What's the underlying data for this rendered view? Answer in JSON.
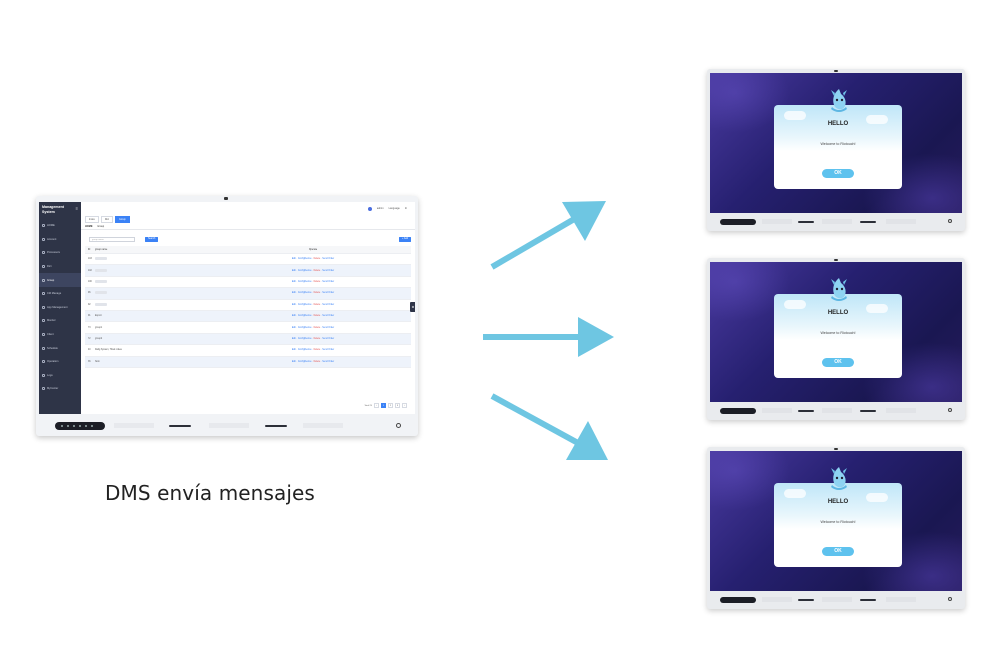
{
  "caption": "DMS envía mensajes",
  "dms": {
    "app_title_line1": "Management",
    "app_title_line2": "System",
    "nav": [
      {
        "label": "HOME",
        "icon": "home-icon"
      },
      {
        "label": "Account",
        "icon": "user-icon"
      },
      {
        "label": "Processors",
        "icon": "person-icon"
      },
      {
        "label": "Dict",
        "icon": "book-icon"
      },
      {
        "label": "Group",
        "icon": "group-icon"
      },
      {
        "label": "Cfd Manage",
        "icon": "file-icon"
      },
      {
        "label": "App Management",
        "icon": "app-icon"
      },
      {
        "label": "Monitor",
        "icon": "monitor-icon"
      },
      {
        "label": "Client",
        "icon": "client-icon"
      },
      {
        "label": "Schedule",
        "icon": "calendar-icon"
      },
      {
        "label": "Operation",
        "icon": "operation-icon"
      },
      {
        "label": "Logs",
        "icon": "log-icon"
      },
      {
        "label": "MyCenter",
        "icon": "center-icon"
      }
    ],
    "active_nav": 4,
    "topbar": {
      "user": "admin",
      "lang": "Language"
    },
    "tabs": [
      "Index",
      "Dict",
      "Group"
    ],
    "active_tab": 2,
    "breadcrumb": {
      "home": "HOME",
      "current": "Group"
    },
    "search_placeholder": "group name",
    "search_button": "Search",
    "add_button": "+ Add",
    "table_headers": {
      "id": "ID",
      "name": "group name",
      "op": "Operate"
    },
    "rows": [
      {
        "id": "103",
        "name": ""
      },
      {
        "id": "102",
        "name": ""
      },
      {
        "id": "100",
        "name": ""
      },
      {
        "id": "96",
        "name": ""
      },
      {
        "id": "92",
        "name": ""
      },
      {
        "id": "91",
        "name": "Export"
      },
      {
        "id": "73",
        "name": "group1"
      },
      {
        "id": "72",
        "name": "group2"
      },
      {
        "id": "40",
        "name": "Dalig System, Tiltek rodea"
      },
      {
        "id": "36",
        "name": "Nom"
      }
    ],
    "row_actions": {
      "edit": "Edit",
      "config": "ConfigDevice",
      "delete": "Delete",
      "send": "Send Order"
    },
    "pager": {
      "total": "Total 25",
      "pages": [
        "1",
        "2",
        "3"
      ],
      "active": 0
    }
  },
  "dialog": {
    "title": "HELLO",
    "message": "Welcome to Riotouch!",
    "ok_label": "OK"
  },
  "colors": {
    "arrow": "#6ec6e2",
    "sidebar": "#2e3447",
    "accent": "#3b82f6",
    "dialog_button": "#5ec2ee"
  }
}
